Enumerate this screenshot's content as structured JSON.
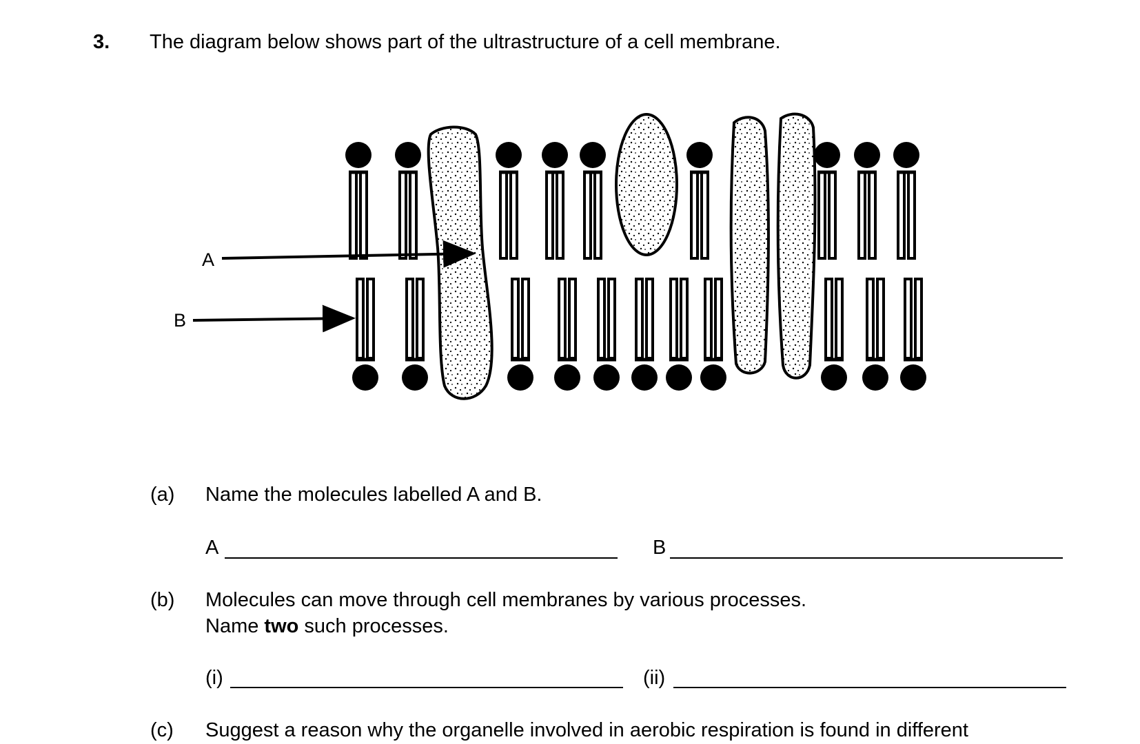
{
  "question": {
    "number": "3.",
    "intro": "The diagram below shows part of the ultrastructure of a cell membrane."
  },
  "diagram": {
    "label_a": "A",
    "label_b": "B"
  },
  "part_a": {
    "label": "(a)",
    "text": "Name the molecules labelled A and B.",
    "answer_a_label": "A",
    "answer_b_label": "B"
  },
  "part_b": {
    "label": "(b)",
    "text_line1": "Molecules can move through cell membranes by various processes.",
    "text_line2_pre": "Name ",
    "text_line2_bold": "two",
    "text_line2_post": " such processes.",
    "answer_i_label": "(i)",
    "answer_ii_label": "(ii)"
  },
  "part_c": {
    "label": "(c)",
    "text": "Suggest a reason why the organelle involved in aerobic respiration is found in different"
  }
}
